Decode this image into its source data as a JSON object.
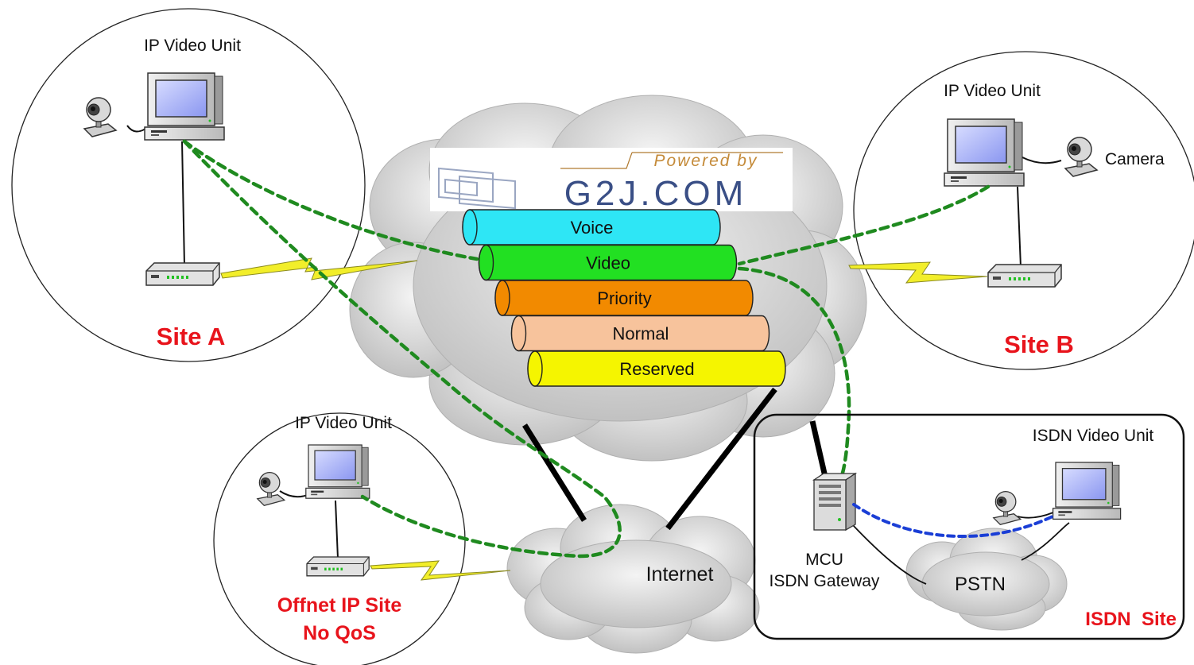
{
  "logo": {
    "powered_by": "Powered by",
    "brand": "G2J.COM"
  },
  "qos_classes": [
    {
      "label": "Voice",
      "color": "#2ee6f5"
    },
    {
      "label": "Video",
      "color": "#22e022"
    },
    {
      "label": "Priority",
      "color": "#f28a00"
    },
    {
      "label": "Normal",
      "color": "#f7c39c"
    },
    {
      "label": "Reserved",
      "color": "#f5f500"
    }
  ],
  "site_a": {
    "unit_label": "IP Video Unit",
    "site_label": "Site A"
  },
  "site_b": {
    "unit_label": "IP Video Unit",
    "camera_label": "Camera",
    "site_label": "Site B"
  },
  "offnet_site": {
    "unit_label": "IP Video Unit",
    "site_label_1": "Offnet IP Site",
    "site_label_2": "No QoS"
  },
  "isdn_site": {
    "unit_label": "ISDN Video Unit",
    "mcu_label_1": "MCU",
    "mcu_label_2": "ISDN Gateway",
    "pstn_label": "PSTN",
    "site_label": "ISDN  Site"
  },
  "internet_label": "Internet",
  "colors": {
    "site_label": "#e8141c",
    "video_path": "#1f8a1f",
    "isdn_path": "#1a3ed6",
    "cloud": "#c9c9c9",
    "lightning": "#f2ee2a"
  }
}
